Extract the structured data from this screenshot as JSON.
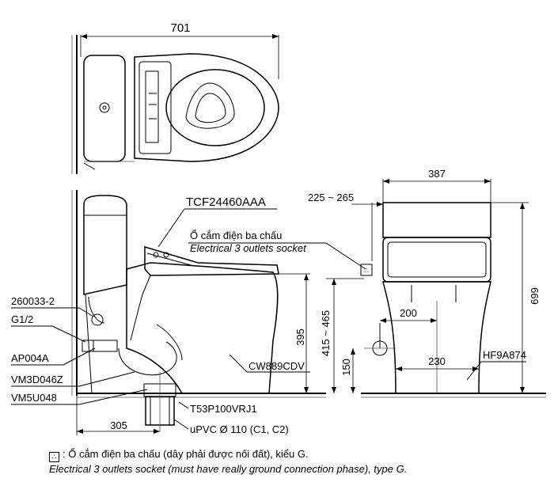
{
  "top_view": {
    "width_dim": "701"
  },
  "side_view": {
    "model_seat": "TCF24460AAA",
    "outlet_label_vi": "Ổ cắm điện ba chấu",
    "outlet_label_en": "Electrical 3 outlets socket",
    "parts": {
      "p1": "260033-2",
      "p2": "G1/2",
      "p3": "AP004A",
      "p4": "VM3D046Z",
      "p5": "VM5U048",
      "p6": "T53P100VRJ1",
      "p7": "uPVC Ø 110 (C1, C2)",
      "bowl": "CW889CDV"
    },
    "dims": {
      "rough_in": "305",
      "height_395": "395",
      "outlet_range": "415 ~ 465"
    }
  },
  "front_view": {
    "dims": {
      "width": "387",
      "outlet_offset": "225 ~ 265",
      "inlet_offset": "200",
      "height": "699",
      "valve_height": "150",
      "foot_offset": "230"
    },
    "part_hose": "HF9A874"
  },
  "footnote": {
    "symbol": "∴",
    "line_vi": ": Ổ cắm điện ba chấu (dây phải được nối đất), kiểu G.",
    "line_en": "Electrical 3 outlets socket (must have really ground connection phase), type G."
  }
}
